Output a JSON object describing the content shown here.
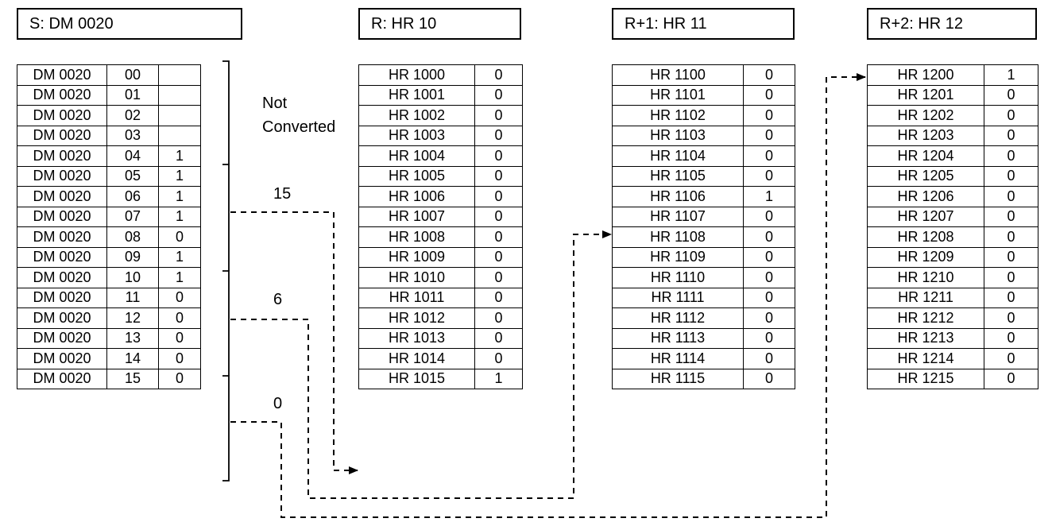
{
  "source": {
    "header": "S: DM 0020",
    "rows": [
      {
        "addr": "DM 0020",
        "bit": "00",
        "val": ""
      },
      {
        "addr": "DM 0020",
        "bit": "01",
        "val": ""
      },
      {
        "addr": "DM 0020",
        "bit": "02",
        "val": ""
      },
      {
        "addr": "DM 0020",
        "bit": "03",
        "val": ""
      },
      {
        "addr": "DM 0020",
        "bit": "04",
        "val": "1"
      },
      {
        "addr": "DM 0020",
        "bit": "05",
        "val": "1"
      },
      {
        "addr": "DM 0020",
        "bit": "06",
        "val": "1"
      },
      {
        "addr": "DM 0020",
        "bit": "07",
        "val": "1"
      },
      {
        "addr": "DM 0020",
        "bit": "08",
        "val": "0"
      },
      {
        "addr": "DM 0020",
        "bit": "09",
        "val": "1"
      },
      {
        "addr": "DM 0020",
        "bit": "10",
        "val": "1"
      },
      {
        "addr": "DM 0020",
        "bit": "11",
        "val": "0"
      },
      {
        "addr": "DM 0020",
        "bit": "12",
        "val": "0"
      },
      {
        "addr": "DM 0020",
        "bit": "13",
        "val": "0"
      },
      {
        "addr": "DM 0020",
        "bit": "14",
        "val": "0"
      },
      {
        "addr": "DM 0020",
        "bit": "15",
        "val": "0"
      }
    ]
  },
  "labels": {
    "not_converted_1": "Not",
    "not_converted_2": "Converted",
    "group_1": "15",
    "group_2": "6",
    "group_3": "0"
  },
  "results": [
    {
      "header": "R: HR 10",
      "rows": [
        {
          "addr": "HR 1000",
          "val": "0"
        },
        {
          "addr": "HR 1001",
          "val": "0"
        },
        {
          "addr": "HR 1002",
          "val": "0"
        },
        {
          "addr": "HR 1003",
          "val": "0"
        },
        {
          "addr": "HR 1004",
          "val": "0"
        },
        {
          "addr": "HR 1005",
          "val": "0"
        },
        {
          "addr": "HR 1006",
          "val": "0"
        },
        {
          "addr": "HR 1007",
          "val": "0"
        },
        {
          "addr": "HR 1008",
          "val": "0"
        },
        {
          "addr": "HR 1009",
          "val": "0"
        },
        {
          "addr": "HR 1010",
          "val": "0"
        },
        {
          "addr": "HR 1011",
          "val": "0"
        },
        {
          "addr": "HR 1012",
          "val": "0"
        },
        {
          "addr": "HR 1013",
          "val": "0"
        },
        {
          "addr": "HR 1014",
          "val": "0"
        },
        {
          "addr": "HR 1015",
          "val": "1"
        }
      ]
    },
    {
      "header": "R+1: HR 11",
      "rows": [
        {
          "addr": "HR 1100",
          "val": "0"
        },
        {
          "addr": "HR 1101",
          "val": "0"
        },
        {
          "addr": "HR 1102",
          "val": "0"
        },
        {
          "addr": "HR 1103",
          "val": "0"
        },
        {
          "addr": "HR 1104",
          "val": "0"
        },
        {
          "addr": "HR 1105",
          "val": "0"
        },
        {
          "addr": "HR 1106",
          "val": "1"
        },
        {
          "addr": "HR 1107",
          "val": "0"
        },
        {
          "addr": "HR 1108",
          "val": "0"
        },
        {
          "addr": "HR 1109",
          "val": "0"
        },
        {
          "addr": "HR 1110",
          "val": "0"
        },
        {
          "addr": "HR 1111",
          "val": "0"
        },
        {
          "addr": "HR 1112",
          "val": "0"
        },
        {
          "addr": "HR 1113",
          "val": "0"
        },
        {
          "addr": "HR 1114",
          "val": "0"
        },
        {
          "addr": "HR 1115",
          "val": "0"
        }
      ]
    },
    {
      "header": "R+2: HR 12",
      "rows": [
        {
          "addr": "HR 1200",
          "val": "1"
        },
        {
          "addr": "HR 1201",
          "val": "0"
        },
        {
          "addr": "HR 1202",
          "val": "0"
        },
        {
          "addr": "HR 1203",
          "val": "0"
        },
        {
          "addr": "HR 1204",
          "val": "0"
        },
        {
          "addr": "HR 1205",
          "val": "0"
        },
        {
          "addr": "HR 1206",
          "val": "0"
        },
        {
          "addr": "HR 1207",
          "val": "0"
        },
        {
          "addr": "HR 1208",
          "val": "0"
        },
        {
          "addr": "HR 1209",
          "val": "0"
        },
        {
          "addr": "HR 1210",
          "val": "0"
        },
        {
          "addr": "HR 1211",
          "val": "0"
        },
        {
          "addr": "HR 1212",
          "val": "0"
        },
        {
          "addr": "HR 1213",
          "val": "0"
        },
        {
          "addr": "HR 1214",
          "val": "0"
        },
        {
          "addr": "HR 1215",
          "val": "0"
        }
      ]
    }
  ]
}
